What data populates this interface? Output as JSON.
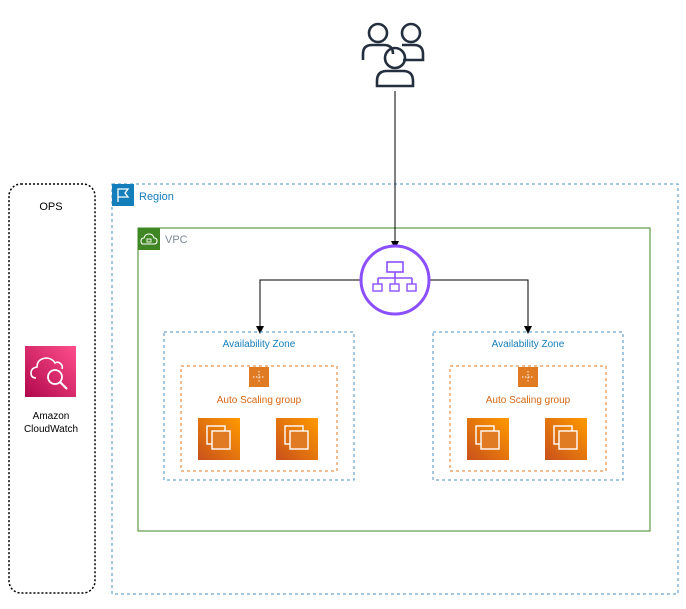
{
  "ops": {
    "title": "OPS",
    "service_line1": "Amazon",
    "service_line2": "CloudWatch"
  },
  "region": {
    "label": "Region"
  },
  "vpc": {
    "label": "VPC"
  },
  "load_balancer": {
    "icon": "elastic-load-balancer-icon"
  },
  "zones": [
    {
      "label": "Availability Zone",
      "asg_label": "Auto Scaling group"
    },
    {
      "label": "Availability Zone",
      "asg_label": "Auto Scaling group"
    }
  ],
  "users": {
    "icon": "users-icon"
  },
  "colors": {
    "region": "#4a90c2",
    "vpc": "#3f8624",
    "zone": "#4a90c2",
    "asg": "#e07b24",
    "ec2": "#e07b24",
    "elb": "#8c4fff",
    "cloudwatch": "#e7157b"
  }
}
